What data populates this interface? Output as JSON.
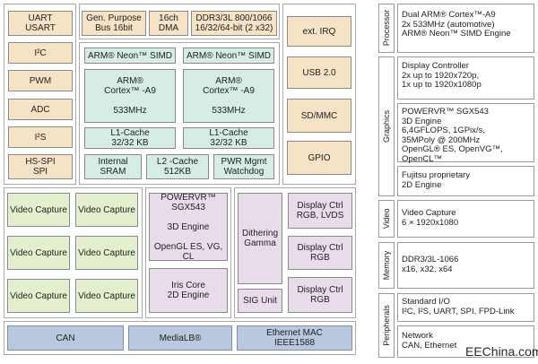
{
  "left": {
    "io": {
      "uart": "UART\nUSART",
      "i2c": "I²C",
      "pwm": "PWM",
      "adc": "ADC",
      "i2s": "I²S",
      "hsspi": "HS-SPI\nSPI"
    },
    "top": {
      "gpbus": "Gen. Purpose\nBus 16bit",
      "dma": "16ch\nDMA",
      "ddr": "DDR3/3L 800/1066\n16/32/64-bit (2 x32)"
    },
    "cpu": {
      "neon1": "ARM® Neon™ SIMD",
      "neon2": "ARM® Neon™ SIMD",
      "core1": "ARM®\nCortex™ -A9\n\n533MHz",
      "core2": "ARM®\nCortex™ -A9\n\n533MHz",
      "l1a": "L1-Cache\n32/32 KB",
      "l1b": "L1-Cache\n32/32 KB",
      "sram": "Internal\nSRAM",
      "l2": "L2 -Cache\n512KB",
      "pwr": "PWR Mgmt\nWatchdog"
    },
    "periph_right": {
      "irq": "ext. IRQ",
      "usb": "USB 2.0",
      "sdmmc": "SD/MMC",
      "gpio": "GPIO"
    },
    "video": [
      "Video Capture",
      "Video Capture",
      "Video Capture",
      "Video Capture",
      "Video Capture",
      "Video Capture"
    ],
    "graphics": {
      "sgx": "POWERVR™\nSGX543\n\n3D Engine\n\nOpenGL ES, VG, CL",
      "iris": "Iris Core\n2D Engine"
    },
    "display": {
      "dither": "Dithering\nGamma",
      "sig": "SIG Unit",
      "ctrl1": "Display Ctrl\nRGB, LVDS",
      "ctrl2": "Display Ctrl\nRGB",
      "ctrl3": "Display Ctrl\nRGB"
    },
    "bottom": {
      "can": "CAN",
      "medialb": "MediaLB®",
      "eth": "Ethernet MAC\nIEEE1588"
    }
  },
  "legend": {
    "processor": {
      "label": "Processor",
      "text": "Dual ARM® Cortex™-A9\n2x 533MHz (automotive)\nARM® Neon™ SIMD Engine"
    },
    "graphics": {
      "label": "Graphics",
      "display": "Display Controller\n2x up to 1920x720p,\n1x up to 1920x1080p",
      "powervr": "POWERVR™ SGX543\n3D Engine\n6,4GFLOPS, 1GPix/s,\n35MPoly @ 200MHz\nOpenGL® ES, OpenVG™, OpenCL™",
      "fujitsu": "Fujitsu proprietary\n2D Engine"
    },
    "video": {
      "label": "Video",
      "text": "Video Capture\n6 × 1920x1080"
    },
    "memory": {
      "label": "Memory",
      "text": "DDR3/3L-1066\nx16, x32, x64"
    },
    "peripherals": {
      "label": "Peripherals",
      "stdio": "Standard I/O\nI²C, I²S, UART, SPI, FPD-Link",
      "network": "Network\nCAN, Ethernet"
    }
  },
  "watermark": "EEChina.com",
  "colors": {
    "io": "#f6e3c6",
    "cpu": "#d6ede6",
    "video": "#e3efcd",
    "graphics": "#e8dcea",
    "bus": "#b9c8de",
    "memory": "#f3d3b4",
    "network": "#dbe9f5"
  }
}
